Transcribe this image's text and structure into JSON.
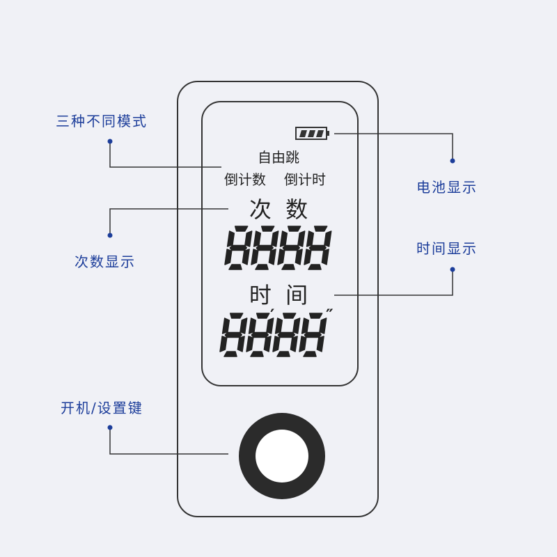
{
  "labels": {
    "modes": "三种不同模式",
    "count_display": "次数显示",
    "battery_display": "电池显示",
    "time_display": "时间显示",
    "power_button": "开机/设置键"
  },
  "screen": {
    "mode_free": "自由跳",
    "mode_countdown_count": "倒计数",
    "mode_countdown_time": "倒计时",
    "count_title": "次  数",
    "count_value": "8888",
    "time_title": "时  间",
    "time_value": "8888",
    "minute_mark": "′",
    "second_mark": "″"
  },
  "battery": {
    "level_bars": 3,
    "max_bars": 3
  },
  "colors": {
    "label": "#1c3d9a",
    "lcd": "#222222",
    "dot": "#1c3d9a"
  }
}
